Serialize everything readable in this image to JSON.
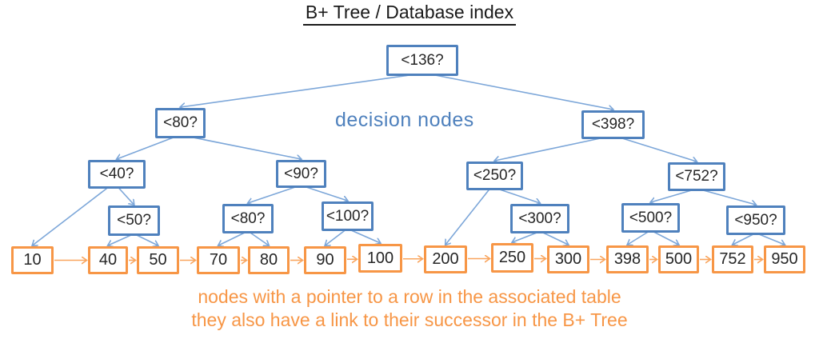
{
  "title": "B+ Tree / Database index",
  "labels": {
    "decision_nodes": "decision nodes",
    "footer_line1": "nodes with a pointer to a row in the associated table",
    "footer_line2": "they also have a link to their successor in the B+ Tree"
  },
  "colors": {
    "decision_border": "#4f81bd",
    "decision_arrow": "#7da7d9",
    "decision_label_text": "#4f81bd",
    "leaf_border": "#f79646",
    "leaf_arrow": "#f9a55e",
    "footer_text": "#f79646",
    "node_text": "#262626",
    "title_text": "#1a1a1a"
  },
  "tree": {
    "decision_nodes": [
      {
        "id": "q136",
        "label": "<136?"
      },
      {
        "id": "q80",
        "label": "<80?"
      },
      {
        "id": "q398",
        "label": "<398?"
      },
      {
        "id": "q40",
        "label": "<40?"
      },
      {
        "id": "q90",
        "label": "<90?"
      },
      {
        "id": "q250",
        "label": "<250?"
      },
      {
        "id": "q752",
        "label": "<752?"
      },
      {
        "id": "q50",
        "label": "<50?"
      },
      {
        "id": "q80b",
        "label": "<80?"
      },
      {
        "id": "q100",
        "label": "<100?"
      },
      {
        "id": "q300",
        "label": "<300?"
      },
      {
        "id": "q500",
        "label": "<500?"
      },
      {
        "id": "q950",
        "label": "<950?"
      }
    ],
    "leaves": [
      {
        "id": "L10",
        "value": "10"
      },
      {
        "id": "L40",
        "value": "40"
      },
      {
        "id": "L50",
        "value": "50"
      },
      {
        "id": "L70",
        "value": "70"
      },
      {
        "id": "L80",
        "value": "80"
      },
      {
        "id": "L90",
        "value": "90"
      },
      {
        "id": "L100",
        "value": "100"
      },
      {
        "id": "L200",
        "value": "200"
      },
      {
        "id": "L250",
        "value": "250"
      },
      {
        "id": "L300",
        "value": "300"
      },
      {
        "id": "L398",
        "value": "398"
      },
      {
        "id": "L500",
        "value": "500"
      },
      {
        "id": "L752",
        "value": "752"
      },
      {
        "id": "L950",
        "value": "950"
      }
    ],
    "edges": [
      [
        "q136",
        "q80"
      ],
      [
        "q136",
        "q398"
      ],
      [
        "q80",
        "q40"
      ],
      [
        "q80",
        "q90"
      ],
      [
        "q40",
        "L10"
      ],
      [
        "q40",
        "q50"
      ],
      [
        "q50",
        "L40"
      ],
      [
        "q50",
        "L50"
      ],
      [
        "q90",
        "q80b"
      ],
      [
        "q90",
        "q100"
      ],
      [
        "q80b",
        "L70"
      ],
      [
        "q80b",
        "L80"
      ],
      [
        "q100",
        "L90"
      ],
      [
        "q100",
        "L100"
      ],
      [
        "q398",
        "q250"
      ],
      [
        "q398",
        "q752"
      ],
      [
        "q250",
        "L200"
      ],
      [
        "q250",
        "q300"
      ],
      [
        "q300",
        "L250"
      ],
      [
        "q300",
        "L300"
      ],
      [
        "q752",
        "q500"
      ],
      [
        "q752",
        "q950"
      ],
      [
        "q500",
        "L398"
      ],
      [
        "q500",
        "L500"
      ],
      [
        "q950",
        "L752"
      ],
      [
        "q950",
        "L950"
      ]
    ]
  }
}
